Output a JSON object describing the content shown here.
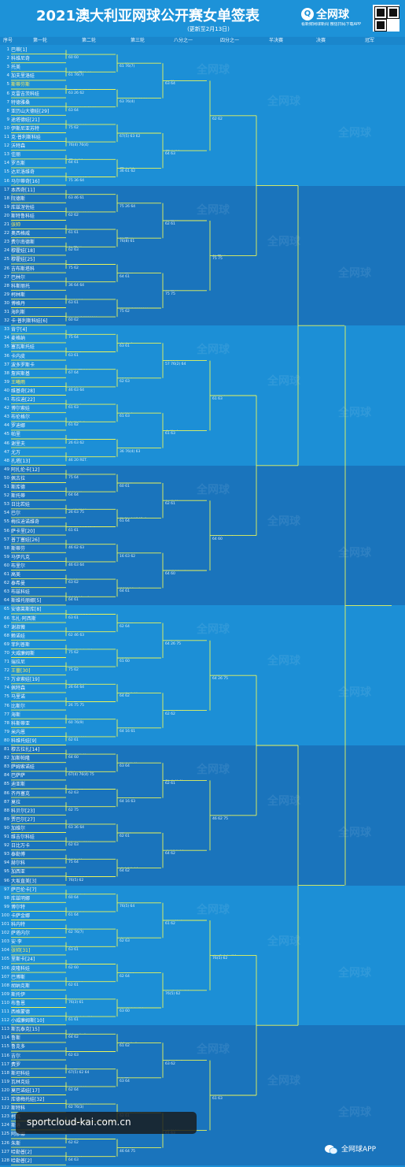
{
  "header": {
    "title": "2021澳大利亚网球公开赛女单签表",
    "update_note": "(更新至2月13日)",
    "brand_name": "全网球",
    "brand_tagline": "看新鲜网球新闻 微信扫码下载APP",
    "brand_logo_glyph": "Q"
  },
  "column_headers": [
    "序号",
    "第一轮",
    "第二轮",
    "第三轮",
    "八分之一",
    "四分之一",
    "半决赛",
    "决赛",
    "冠军"
  ],
  "colors": {
    "background": "#1c8fd6",
    "bracket_line": "#e9f55a",
    "highlight_text": "#ffef5a",
    "section_tint": "#1a5fa8"
  },
  "draw": {
    "r1": [
      {
        "num": "1",
        "name": "巴蒂[1]"
      },
      {
        "num": "2",
        "name": "科维尼奇"
      },
      {
        "num": "3",
        "name": "托美"
      },
      {
        "num": "4",
        "name": "加夫里洛娃"
      },
      {
        "num": "5",
        "name": "斯蒂芬斯"
      },
      {
        "num": "6",
        "name": "克雷吉茨科娃"
      },
      {
        "num": "7",
        "name": "特德雅桑"
      },
      {
        "num": "8",
        "name": "亚历山大德娃[29]"
      },
      {
        "num": "9",
        "name": "途塔德娃[21]"
      },
      {
        "num": "10",
        "name": "伊斯尼亚苏特"
      },
      {
        "num": "11",
        "name": "克·普利斯科娃"
      },
      {
        "num": "12",
        "name": "沃特森"
      },
      {
        "num": "13",
        "name": "佳丽"
      },
      {
        "num": "14",
        "name": "罗杰斯"
      },
      {
        "num": "15",
        "name": "达尼洛维奇"
      },
      {
        "num": "16",
        "name": "马尔蒂奇[16]"
      },
      {
        "num": "17",
        "name": "本西奇[11]"
      },
      {
        "num": "18",
        "name": "阮德斯"
      },
      {
        "num": "19",
        "name": "库兹涅佐娃"
      },
      {
        "num": "20",
        "name": "斯特鲁科娃"
      },
      {
        "num": "21",
        "name": "张帅"
      },
      {
        "num": "22",
        "name": "奥西格威"
      },
      {
        "num": "23",
        "name": "费尔南德斯"
      },
      {
        "num": "24",
        "name": "穆霍娃[18]"
      },
      {
        "num": "25",
        "name": "穆霍娃[25]"
      },
      {
        "num": "26",
        "name": "吉布斯塔科"
      },
      {
        "num": "27",
        "name": "巴林尔"
      },
      {
        "num": "28",
        "name": "科斯丽托"
      },
      {
        "num": "29",
        "name": "柯林斯"
      },
      {
        "num": "30",
        "name": "博格丹"
      },
      {
        "num": "31",
        "name": "海利斯"
      },
      {
        "num": "32",
        "name": "卡·普利斯科娃[6]"
      },
      {
        "num": "33",
        "name": "肯宁[4]"
      },
      {
        "num": "34",
        "name": "麦格纳"
      },
      {
        "num": "35",
        "name": "塞瓦斯托娃"
      },
      {
        "num": "36",
        "name": "卡内皮"
      },
      {
        "num": "37",
        "name": "波多罗斯卡"
      },
      {
        "num": "38",
        "name": "詹宾斯基"
      },
      {
        "num": "39",
        "name": "王曦雨"
      },
      {
        "num": "40",
        "name": "维基奇[28]"
      },
      {
        "num": "41",
        "name": "布拉迪[22]"
      },
      {
        "num": "42",
        "name": "博尔索娃"
      },
      {
        "num": "43",
        "name": "布伦格尔"
      },
      {
        "num": "44",
        "name": "罗迪娜"
      },
      {
        "num": "45",
        "name": "帕里"
      },
      {
        "num": "46",
        "name": "谢里夫"
      },
      {
        "num": "47",
        "name": "尤万"
      },
      {
        "num": "48",
        "name": "孔塔[13]"
      },
      {
        "num": "49",
        "name": "阿扎伦卡[12]"
      },
      {
        "num": "50",
        "name": "佩古拉"
      },
      {
        "num": "51",
        "name": "斯库德"
      },
      {
        "num": "52",
        "name": "斯托蒂"
      },
      {
        "num": "53",
        "name": "日比若娃"
      },
      {
        "num": "54",
        "name": "巴尔"
      },
      {
        "num": "55",
        "name": "梅拉迪诺维奇"
      },
      {
        "num": "56",
        "name": "萨卡里[20]"
      },
      {
        "num": "57",
        "name": "普丁塞娃[26]"
      },
      {
        "num": "58",
        "name": "斯蒂芬"
      },
      {
        "num": "59",
        "name": "马伊凡克"
      },
      {
        "num": "60",
        "name": "布里尔"
      },
      {
        "num": "61",
        "name": "高美"
      },
      {
        "num": "62",
        "name": "泰希曼"
      },
      {
        "num": "63",
        "name": "布兹科娃"
      },
      {
        "num": "64",
        "name": "斯维托丽娜[5]"
      },
      {
        "num": "65",
        "name": "安德莱斯库[8]"
      },
      {
        "num": "66",
        "name": "韦扎·阿西斯"
      },
      {
        "num": "67",
        "name": "谢淑薇"
      },
      {
        "num": "68",
        "name": "赖诺娃"
      },
      {
        "num": "69",
        "name": "菲利普斯"
      },
      {
        "num": "70",
        "name": "大威廉姆斯"
      },
      {
        "num": "71",
        "name": "瑞拉尼"
      },
      {
        "num": "72",
        "name": "王蔷[30]"
      },
      {
        "num": "73",
        "name": "万卓索娃[19]"
      },
      {
        "num": "74",
        "name": "佩特森"
      },
      {
        "num": "75",
        "name": "马里诺"
      },
      {
        "num": "76",
        "name": "比斯尔"
      },
      {
        "num": "77",
        "name": "海斯"
      },
      {
        "num": "78",
        "name": "科斯蒂亚"
      },
      {
        "num": "79",
        "name": "米内恩"
      },
      {
        "num": "80",
        "name": "科维托娃[9]"
      },
      {
        "num": "81",
        "name": "穆古拉扎[14]"
      },
      {
        "num": "82",
        "name": "加斯帕隆"
      },
      {
        "num": "83",
        "name": "萨姆索诺娃"
      },
      {
        "num": "84",
        "name": "巴萨萨"
      },
      {
        "num": "85",
        "name": "迪亚斯"
      },
      {
        "num": "86",
        "name": "齐丹塞克"
      },
      {
        "num": "87",
        "name": "莫拉"
      },
      {
        "num": "88",
        "name": "科贝尔[23]"
      },
      {
        "num": "89",
        "name": "贾巴尔[27]"
      },
      {
        "num": "90",
        "name": "加维尔"
      },
      {
        "num": "91",
        "name": "维吉尔科娃"
      },
      {
        "num": "92",
        "name": "日比万卡"
      },
      {
        "num": "93",
        "name": "泰勒博"
      },
      {
        "num": "94",
        "name": "赫尔科"
      },
      {
        "num": "95",
        "name": "加西亚"
      },
      {
        "num": "96",
        "name": "大坂直美[3]"
      },
      {
        "num": "97",
        "name": "萨巴伦卡[7]"
      },
      {
        "num": "98",
        "name": "库兹明娜"
      },
      {
        "num": "99",
        "name": "博尔特"
      },
      {
        "num": "100",
        "name": "卡萨金娜"
      },
      {
        "num": "101",
        "name": "科内特"
      },
      {
        "num": "102",
        "name": "萨塔内尔"
      },
      {
        "num": "103",
        "name": "安·李"
      },
      {
        "num": "104",
        "name": "张帅[31]"
      },
      {
        "num": "105",
        "name": "里斯卡[24]"
      },
      {
        "num": "106",
        "name": "皮隆科娃"
      },
      {
        "num": "107",
        "name": "巴博斯"
      },
      {
        "num": "108",
        "name": "胡纳克斯"
      },
      {
        "num": "109",
        "name": "斯托伊"
      },
      {
        "num": "110",
        "name": "布鲁恩"
      },
      {
        "num": "111",
        "name": "西格蒙德"
      },
      {
        "num": "112",
        "name": "小威廉姆斯[10]"
      },
      {
        "num": "113",
        "name": "斯瓦泰克[15]"
      },
      {
        "num": "114",
        "name": "鲁斯"
      },
      {
        "num": "115",
        "name": "鲁克多"
      },
      {
        "num": "116",
        "name": "吉尔"
      },
      {
        "num": "117",
        "name": "费罗"
      },
      {
        "num": "118",
        "name": "斯坦科娃"
      },
      {
        "num": "119",
        "name": "瓦林克娃"
      },
      {
        "num": "120",
        "name": "莫巴诺娃[17]"
      },
      {
        "num": "121",
        "name": "库德梅托娃[32]"
      },
      {
        "num": "122",
        "name": "斯特科"
      },
      {
        "num": "123",
        "name": "柯瓦"
      },
      {
        "num": "124",
        "name": "斯洛"
      },
      {
        "num": "125",
        "name": "阿廖娜"
      },
      {
        "num": "126",
        "name": "朱斯"
      },
      {
        "num": "127",
        "name": "哈勒普[2]"
      },
      {
        "num": "128",
        "name": "哈勒普[2]"
      }
    ],
    "r2": [
      {
        "name": "巴蒂[1]",
        "score": "60 60"
      },
      {
        "name": "加夫里洛娃",
        "score": "61 76(7)"
      },
      {
        "name": "克雷吉茨科娃",
        "score": "63 26 62"
      },
      {
        "name": "亚历山大德娃[29]",
        "score": "63 64"
      },
      {
        "name": "途塔德娃[21]",
        "score": "75 62"
      },
      {
        "name": "沃特森",
        "score": "76(4) 76(4)"
      },
      {
        "name": "罗杰斯",
        "score": "64 61"
      },
      {
        "name": "达尼洛维奇",
        "score": "75 36 64"
      },
      {
        "name": "本西奇[11]",
        "score": "63 46 61"
      },
      {
        "name": "库兹涅佐娃",
        "score": "62 62"
      },
      {
        "name": "张帅",
        "score": "61 61"
      },
      {
        "name": "穆霍娃[18]",
        "score": "62 63"
      },
      {
        "name": "穆霍娃[25]",
        "score": "75 62"
      },
      {
        "name": "巴林尔",
        "score": "36 64 64"
      },
      {
        "name": "柯林斯",
        "score": "63 61"
      },
      {
        "name": "卡·普利斯科娃[6]",
        "score": "60 62"
      },
      {
        "name": "肯宁[4]",
        "score": "75 64"
      },
      {
        "name": "卡内皮",
        "score": "63 61"
      },
      {
        "name": "波多罗斯卡",
        "score": "67 64"
      },
      {
        "name": "维基奇[28]",
        "score": "46 63 64"
      },
      {
        "name": "布拉迪[22]",
        "score": "61 63"
      },
      {
        "name": "布伦格尔",
        "score": "61 62"
      },
      {
        "name": "谢里夫",
        "score": "26 63 62"
      },
      {
        "name": "尤万",
        "score": "46 20 RET."
      },
      {
        "name": "佩古拉",
        "score": "75 64"
      },
      {
        "name": "斯托蒂",
        "score": "64 64"
      },
      {
        "name": "日比若娃",
        "score": "26 63 75"
      },
      {
        "name": "梅拉迪诺维奇",
        "score": "61 61"
      },
      {
        "name": "普丁塞娃[26]",
        "score": "46 62 63"
      },
      {
        "name": "马伊凡克",
        "score": "46 63 64"
      },
      {
        "name": "高美",
        "score": "63 62"
      },
      {
        "name": "斯维托丽娜[5]",
        "score": "64 61"
      },
      {
        "name": "安德莱斯库[8]",
        "score": "63 61"
      },
      {
        "name": "谢淑薇",
        "score": "62 46 63"
      },
      {
        "name": "大威廉姆斯",
        "score": "75 62"
      },
      {
        "name": "瑞拉尼",
        "score": "75 62"
      },
      {
        "name": "万卓索娃[19]",
        "score": "26 64 64"
      },
      {
        "name": "马里诺",
        "score": "26 75 75"
      },
      {
        "name": "科斯蒂亚",
        "score": "60 76(9)"
      },
      {
        "name": "科维托娃[9]",
        "score": "62 61"
      },
      {
        "name": "穆古拉扎[14]",
        "score": "64 60"
      },
      {
        "name": "萨姆索诺娃",
        "score": "67(4) 76(4) 75"
      },
      {
        "name": "迪亚斯",
        "score": "62 63"
      },
      {
        "name": "莫拉",
        "score": "62 75"
      },
      {
        "name": "贾巴尔[27]",
        "score": "63 36 64"
      },
      {
        "name": "维吉尔科娃",
        "score": "62 63"
      },
      {
        "name": "赫尔科",
        "score": "75 64"
      },
      {
        "name": "大坂直美[3]",
        "score": "76(5) 62"
      },
      {
        "name": "萨巴伦卡[7]",
        "score": "60 64"
      },
      {
        "name": "卡萨金娜",
        "score": "61 64"
      },
      {
        "name": "科内特",
        "score": "62 76(7)"
      },
      {
        "name": "安·李",
        "score": "63 61"
      },
      {
        "name": "里斯卡[24]",
        "score": "62 60"
      },
      {
        "name": "巴博斯",
        "score": "62 61"
      },
      {
        "name": "斯托伊",
        "score": "76(3) 61"
      },
      {
        "name": "小威廉姆斯[10]",
        "score": "61 61"
      },
      {
        "name": "斯瓦泰克[15]",
        "score": "64 62"
      },
      {
        "name": "吉尔",
        "score": "62 63"
      },
      {
        "name": "费罗",
        "score": "67(5) 62 64"
      },
      {
        "name": "莫巴诺娃[17]",
        "score": "62 64"
      },
      {
        "name": "库德梅托娃[32]",
        "score": "62 76(3)"
      },
      {
        "name": "柯瓦",
        "score": "63 64"
      },
      {
        "name": "阿廖娜",
        "score": "62 62"
      },
      {
        "name": "哈勒普[2]",
        "score": "64 63"
      }
    ],
    "r3": [
      {
        "name": "巴蒂[1]",
        "score": "61 76(7)"
      },
      {
        "name": "亚历山大德娃[29]",
        "score": "63 76(4)"
      },
      {
        "name": "途塔德娃[21]",
        "score": "67(5) 63 62"
      },
      {
        "name": "罗杰斯",
        "score": "36 61 62"
      },
      {
        "name": "本西奇[11]",
        "score": "75 26 64"
      },
      {
        "name": "穆霍娃[18]",
        "score": "76(8) 61"
      },
      {
        "name": "穆霍娃[25]",
        "score": "64 61"
      },
      {
        "name": "卡·普利斯科娃[6]",
        "score": "75 62"
      },
      {
        "name": "卡内皮",
        "score": "63 61"
      },
      {
        "name": "维基奇[28]",
        "score": "62 63"
      },
      {
        "name": "布拉迪[22]",
        "score": "61 63"
      },
      {
        "name": "尤万",
        "score": "36 76(4) 63"
      },
      {
        "name": "佩古拉",
        "score": "60 61"
      },
      {
        "name": "梅拉迪诺维奇",
        "score": "61 64"
      },
      {
        "name": "普丁塞娃[26]",
        "score": "16 63 62"
      },
      {
        "name": "斯维托丽娜[5]",
        "score": "64 61"
      },
      {
        "name": "谢淑薇",
        "score": "62 64"
      },
      {
        "name": "瑞拉尼",
        "score": "61 60"
      },
      {
        "name": "万卓索娃[19]",
        "score": "64 62"
      },
      {
        "name": "科斯蒂亚",
        "score": "64 16 61"
      },
      {
        "name": "穆古拉扎[14]",
        "score": "63 64"
      },
      {
        "name": "迪亚斯",
        "score": "64 16 63"
      },
      {
        "name": "贾巴尔[27]",
        "score": "62 61"
      },
      {
        "name": "大坂直美[3]",
        "score": "64 62"
      },
      {
        "name": "萨巴伦卡[7]",
        "score": "76(5) 64"
      },
      {
        "name": "安·李",
        "score": "62 63"
      },
      {
        "name": "巴博斯",
        "score": "62 64"
      },
      {
        "name": "小威廉姆斯[10]",
        "score": "63 60"
      },
      {
        "name": "斯瓦泰克[15]",
        "score": "61 62"
      },
      {
        "name": "费罗",
        "score": "63 64"
      },
      {
        "name": "库德梅托娃[32]",
        "score": "62 61"
      },
      {
        "name": "哈勒普[2]",
        "score": "46 64 75"
      }
    ],
    "r16": [
      {
        "name": "巴蒂[1]",
        "score": "63 64"
      },
      {
        "name": "罗杰斯",
        "score": "64 63"
      },
      {
        "name": "穆霍娃[18]",
        "score": "62 61"
      },
      {
        "name": "穆霍娃[25]",
        "score": "75 75"
      },
      {
        "name": "维基奇[28]",
        "score": "57 76(2) 64"
      },
      {
        "name": "布拉迪[22]",
        "score": "61 63"
      },
      {
        "name": "佩古拉",
        "score": "62 61"
      },
      {
        "name": "斯维托丽娜[5]",
        "score": "64 60"
      },
      {
        "name": "谢淑薇",
        "score": "64 26 75"
      },
      {
        "name": "万卓索娃[19]",
        "score": "62 62"
      },
      {
        "name": "穆古拉扎[14]",
        "score": "62 61"
      },
      {
        "name": "大坂直美[3]",
        "score": "64 62"
      },
      {
        "name": "萨巴伦卡[7]",
        "score": "61 62"
      },
      {
        "name": "小威廉姆斯[10]",
        "score": "76(5) 62"
      },
      {
        "name": "斯瓦泰克[15]",
        "score": "63 62"
      },
      {
        "name": "哈勒普[2]",
        "score": "61 63"
      }
    ],
    "qf": [
      {
        "name": "巴蒂[1]",
        "score": "62 62"
      },
      {
        "name": "穆霍娃[25]",
        "score": "75 75"
      },
      {
        "name": "布拉迪[22]",
        "score": "61 63"
      },
      {
        "name": "斯维托丽娜[5]",
        "score": "64 60"
      },
      {
        "name": "谢淑薇",
        "score": "64 26 75"
      },
      {
        "name": "大坂直美[3]",
        "score": "46 62 75"
      },
      {
        "name": "小威廉姆斯[10]",
        "score": "76(5) 62"
      },
      {
        "name": "哈勒普[2]",
        "score": "61 63"
      }
    ]
  },
  "watermark": {
    "brand": "全网球",
    "site": "sportcloud-kai.com.cn",
    "footer": "全网球APP"
  }
}
